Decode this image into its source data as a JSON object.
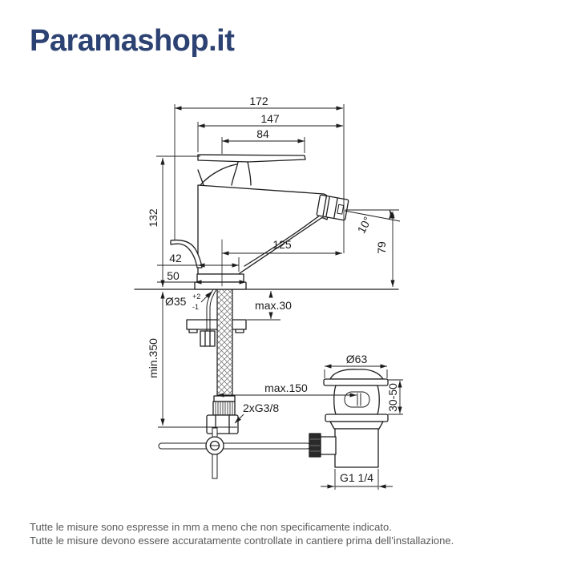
{
  "page": {
    "background": "#ffffff"
  },
  "brand": {
    "logo_text": "Paramashop.it",
    "logo_color": "#2c4272"
  },
  "drawing": {
    "subject": "Single-lever bidet mixer with pop-up waste — dimensional drawing",
    "units": "mm",
    "line_color": "#1d1d1d",
    "labels": {
      "overall_width": "172",
      "spout_to_handle": "147",
      "handle_reach": "84",
      "height_above_deck": "132",
      "spout_reach": "125",
      "body_depth": "42",
      "base_depth": "50",
      "outlet_height": "79",
      "outlet_angle": "10°",
      "deck_thickness": "max.30",
      "hole_diameter": "Ø35",
      "hole_tolerance_plus": "+2",
      "hole_tolerance_minus": "-1",
      "hose_length": "min.350",
      "waste_offset": "max.150",
      "supply_connections": "2xG3/8",
      "waste_flange_diameter": "Ø63",
      "waste_deck_range": "30-50",
      "waste_thread": "G1 1/4"
    }
  },
  "footer": {
    "line1": "Tutte le misure sono espresse in mm a meno che non specificamente indicato.",
    "line2": "Tutte le misure devono essere accuratamente controllate in cantiere prima dell’installazione."
  }
}
